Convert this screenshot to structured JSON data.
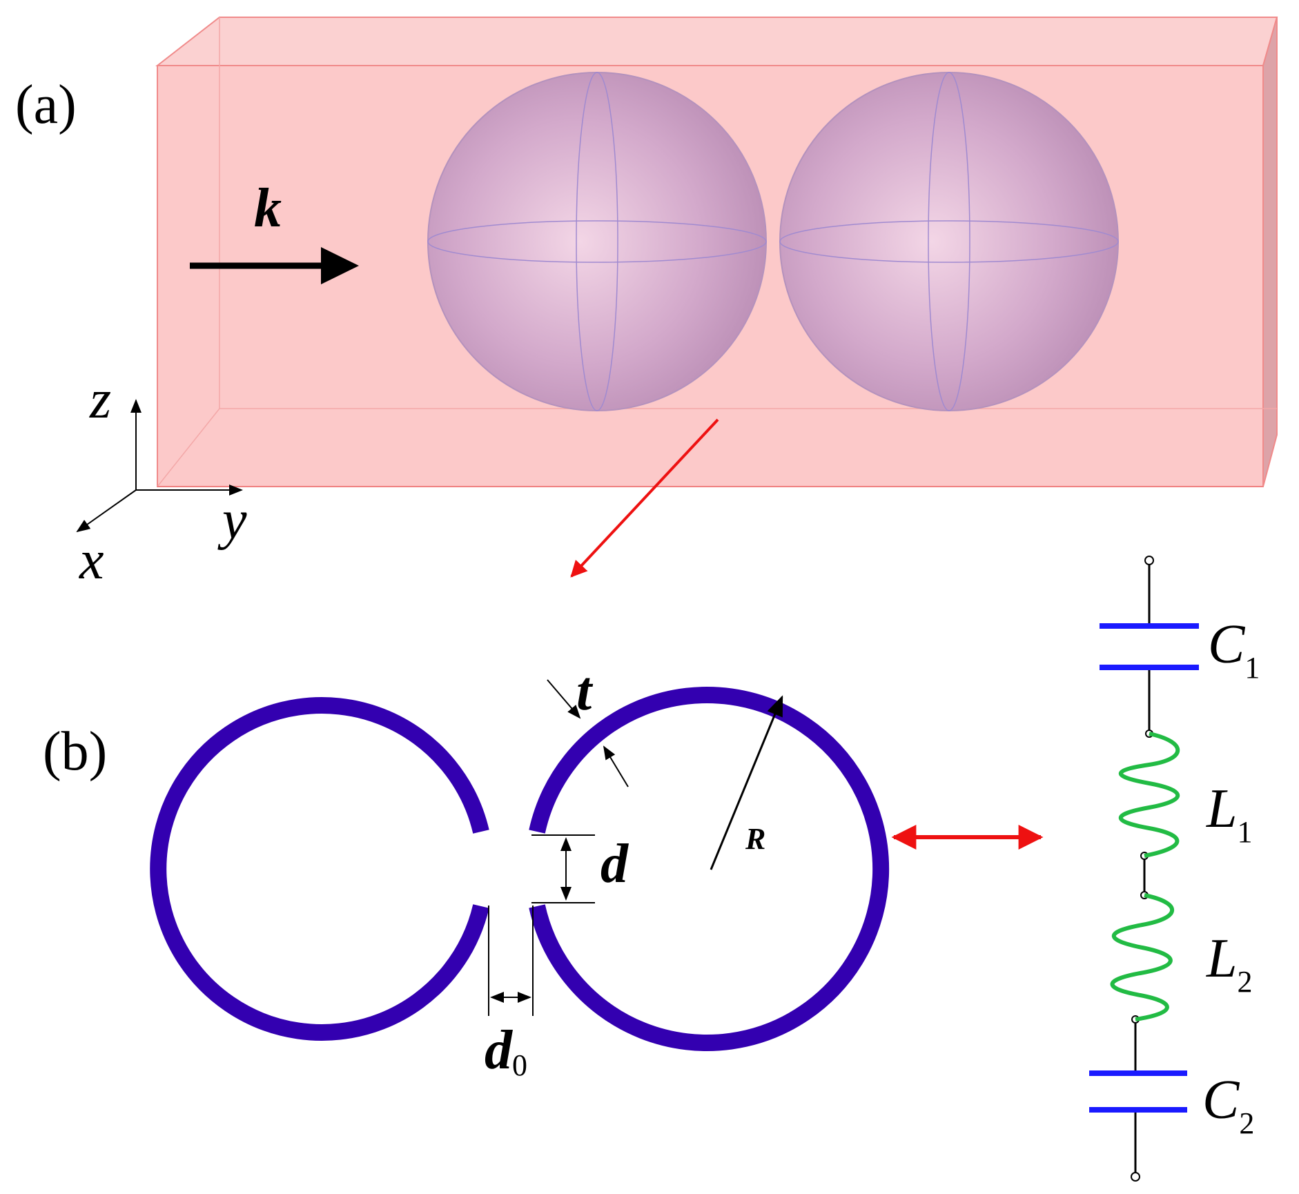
{
  "panel_a": {
    "label": "(a)",
    "wave_vector_label": "k",
    "axes": {
      "z": "z",
      "y": "y",
      "x": "x"
    },
    "colors": {
      "box": "#f9c0c0",
      "box_edge": "#f08080",
      "sphere": "#c9a0c8"
    }
  },
  "panel_b": {
    "label": "(b)",
    "thickness_label": "t",
    "radius_label": "R",
    "gap_label": "d",
    "spacing_label": "d",
    "spacing_subscript": "0",
    "colors": {
      "ring": "#3300b0"
    }
  },
  "circuit": {
    "c1": {
      "symbol": "C",
      "subscript": "1"
    },
    "l1": {
      "symbol": "L",
      "subscript": "1"
    },
    "l2": {
      "symbol": "L",
      "subscript": "2"
    },
    "c2": {
      "symbol": "C",
      "subscript": "2"
    },
    "colors": {
      "capacitor": "#1a1aff",
      "inductor": "#22bb44",
      "equivalence_arrow": "#ee1111",
      "pointer_arrow": "#ee1111"
    }
  }
}
